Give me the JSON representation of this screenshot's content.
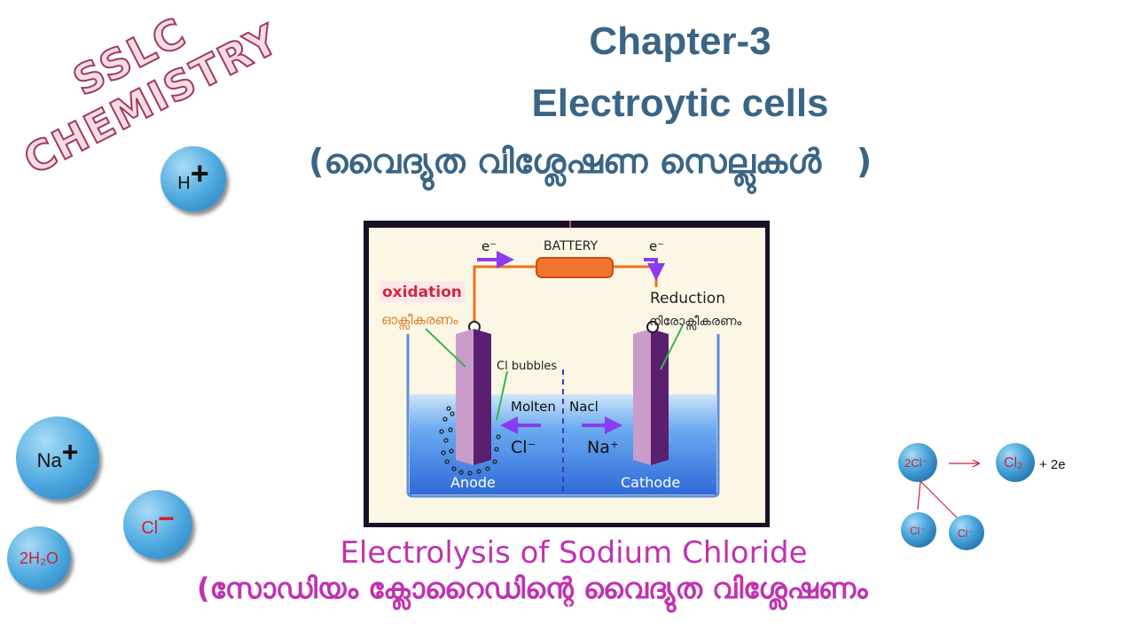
{
  "stamp": {
    "line1": "SSLC",
    "line2": "CHEMISTRY"
  },
  "header": {
    "chapter": "Chapter-3",
    "title": "Electroytic cells",
    "subtitle": "(വൈദ്യുത വിശ്ലേഷണ സെല്ലുകൾ   )"
  },
  "ions": {
    "h": {
      "symbol": "H",
      "charge": "+"
    },
    "na": {
      "symbol": "Na",
      "charge": "+"
    },
    "cl": {
      "symbol": "Cl",
      "charge": "−"
    },
    "water": "2H₂O"
  },
  "diagram": {
    "battery": "BATTERY",
    "electron_left": "e⁻",
    "electron_right": "e⁻",
    "oxidation": "oxidation",
    "oxidation_ml": "ഓക്സീകരണം",
    "reduction": "Reduction",
    "reduction_ml": "നിരോക്സീകരണം",
    "cl_bubbles": "Cl bubbles",
    "molten": "Molten",
    "nacl": "Nacl",
    "cl_ion": "Cl⁻",
    "na_ion": "Na⁺",
    "anode": "Anode",
    "cathode": "Cathode"
  },
  "equation": {
    "reactant": "2Cl⁻",
    "product": "Cl₂",
    "electrons": "+ 2e",
    "split1": "Cl⁻",
    "split2": "Cl⁻"
  },
  "footer": {
    "line1": "Electrolysis of Sodium Chloride",
    "line2": "(സോഡിയം ക്ലോറൈഡിന്റെ വൈദ്യുത വിശ്ലേഷണം"
  },
  "colors": {
    "heading": "#3a6585",
    "footer": "#c132b0",
    "stamp_fill": "#f6dce4",
    "stamp_stroke": "#a23a5a"
  }
}
